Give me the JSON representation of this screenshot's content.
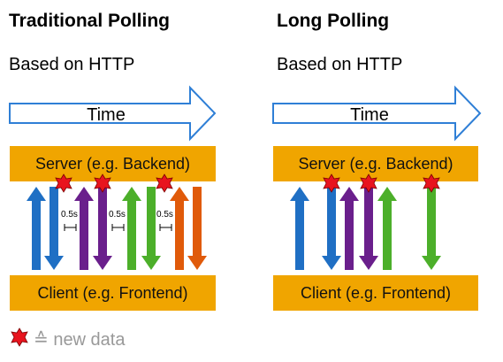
{
  "left_panel": {
    "title": "Traditional Polling",
    "subtitle": "Based on HTTP",
    "time_label": "Time",
    "server_label": "Server (e.g. Backend)",
    "client_label": "Client (e.g. Frontend)",
    "gap_labels": [
      "0.5s",
      "0.5s",
      "0.5s"
    ]
  },
  "right_panel": {
    "title": "Long Polling",
    "subtitle": "Based on HTTP",
    "time_label": "Time",
    "server_label": "Server (e.g. Backend)",
    "client_label": "Client (e.g. Frontend)"
  },
  "legend": {
    "text": "≙ new data"
  },
  "colors": {
    "bar": "#f0a500",
    "arrow_outline": "#2f7fd6",
    "blue": "#1f6fc4",
    "purple": "#6a1f8c",
    "green": "#4caf2a",
    "orange": "#e05a0a",
    "star": "#e8141e"
  }
}
